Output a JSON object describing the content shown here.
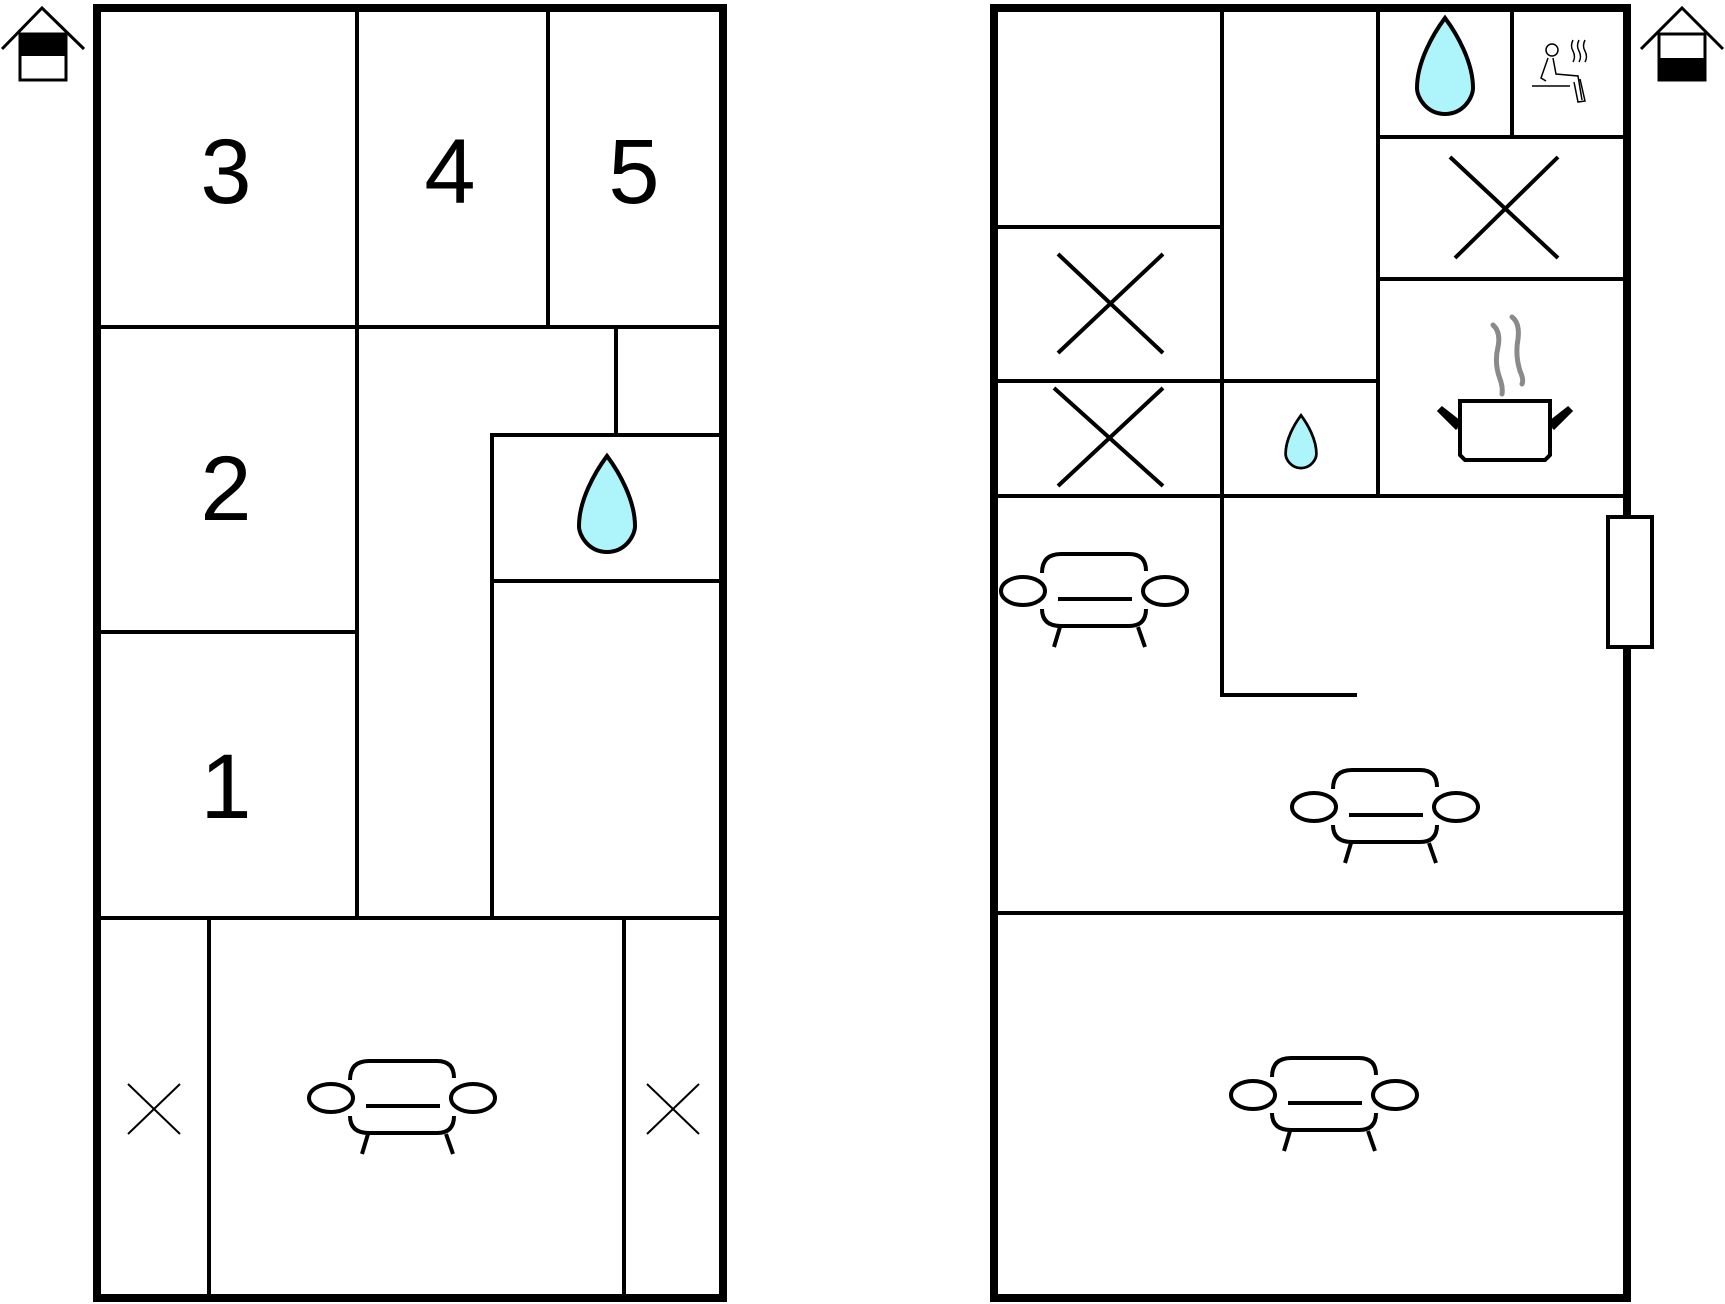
{
  "floor_plans": [
    {
      "name": "upper-floor",
      "rooms": [
        {
          "label": "3"
        },
        {
          "label": "4"
        },
        {
          "label": "5"
        },
        {
          "label": "2"
        },
        {
          "label": "1"
        }
      ]
    },
    {
      "name": "ground-floor"
    }
  ],
  "icons": {
    "water": "water-drop-icon",
    "sauna": "sauna-icon",
    "kitchen": "cooking-pot-icon",
    "sofa": "sofa-icon",
    "cross": "closed-area-icon",
    "house_upper": "house-upper-floor-icon",
    "house_ground": "house-ground-floor-icon"
  },
  "colors": {
    "wall": "#000000",
    "water_fill": "#aef4fb",
    "steam": "#8a8a8a"
  }
}
